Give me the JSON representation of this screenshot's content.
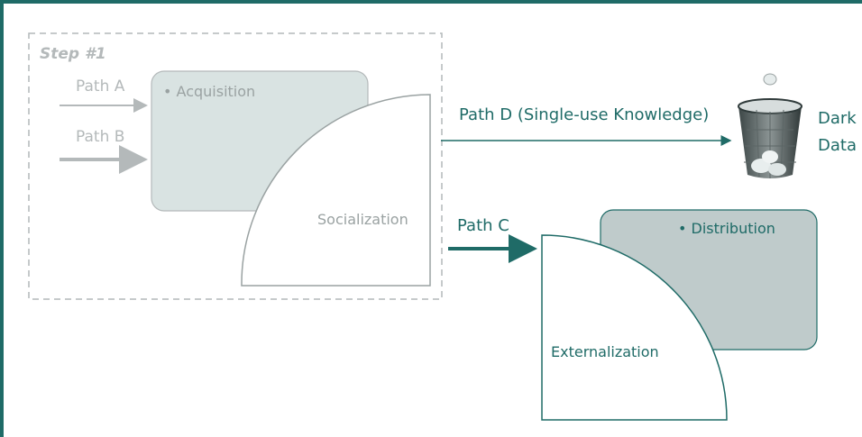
{
  "step": {
    "title": "Step #1"
  },
  "paths": {
    "a": "Path A",
    "b": "Path B",
    "c": "Path C",
    "d": "Path D (Single-use Knowledge)"
  },
  "boxes": {
    "acquisition": "• Acquisition",
    "socialization": "Socialization",
    "distribution": "• Distribution",
    "externalization": "Externalization"
  },
  "dark_data": {
    "line1": "Dark",
    "line2": "Data"
  },
  "colors": {
    "frame": "#1f6b67",
    "teal_text": "#1f6b67",
    "grey": "#b4b9ba",
    "box_fill": "#d9e3e2",
    "dist_fill": "#bfcbcb",
    "dark_edge": "#2f3a3a"
  }
}
